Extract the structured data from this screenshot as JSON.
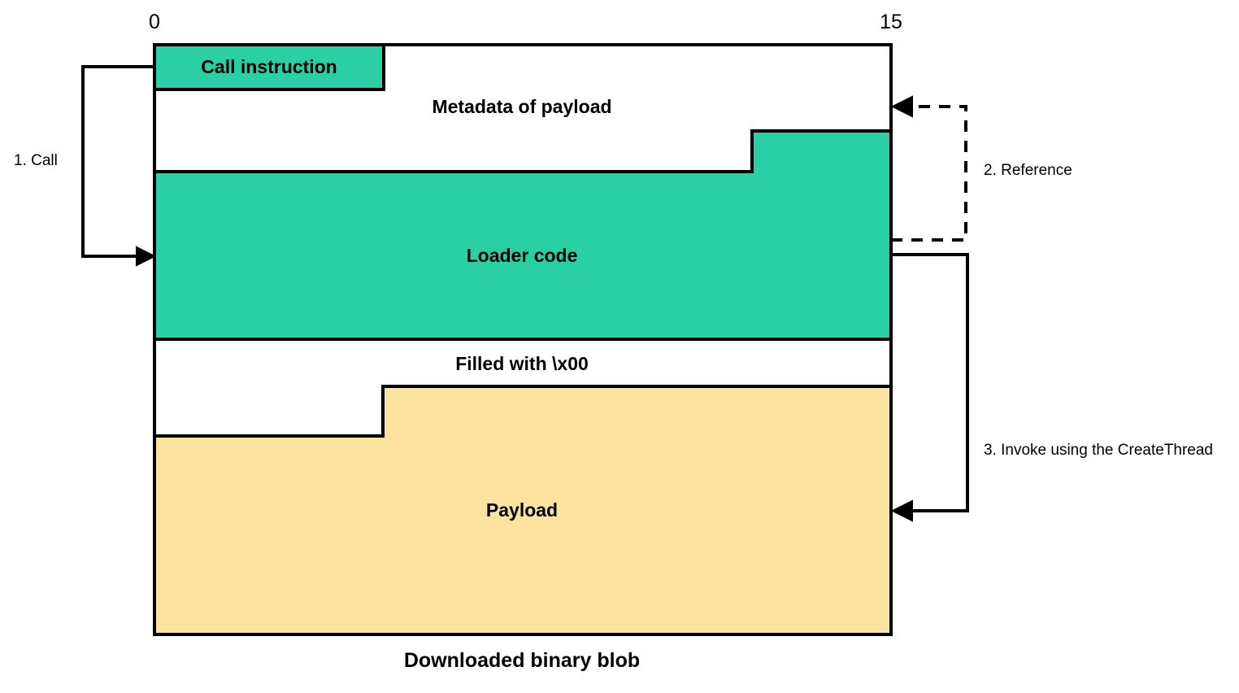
{
  "figure": {
    "caption": "Downloaded binary blob",
    "axis": {
      "start_label": "0",
      "end_label": "15"
    },
    "colors": {
      "loader_fill": "#2BCFA5",
      "payload_fill": "#FCE3A0",
      "empty_fill": "#FFFFFF",
      "stroke": "#000000",
      "text": "#000000"
    },
    "blocks": [
      {
        "name": "call-instruction",
        "label": "Call instruction",
        "fill": "#2BCFA5"
      },
      {
        "name": "metadata-of-payload",
        "label": "Metadata of payload",
        "fill": "#FFFFFF"
      },
      {
        "name": "loader-code",
        "label": "Loader code",
        "fill": "#2BCFA5"
      },
      {
        "name": "filled-with-nulls",
        "label": "Filled with \\x00",
        "fill": "#FFFFFF"
      },
      {
        "name": "payload",
        "label": "Payload",
        "fill": "#FCE3A0"
      }
    ],
    "steps": [
      {
        "name": "step-1-call",
        "label": "1. Call",
        "style": "solid"
      },
      {
        "name": "step-2-reference",
        "label": "2. Reference",
        "style": "dashed"
      },
      {
        "name": "step-3-invoke",
        "label": "3. Invoke using the CreateThread",
        "style": "solid"
      }
    ]
  }
}
